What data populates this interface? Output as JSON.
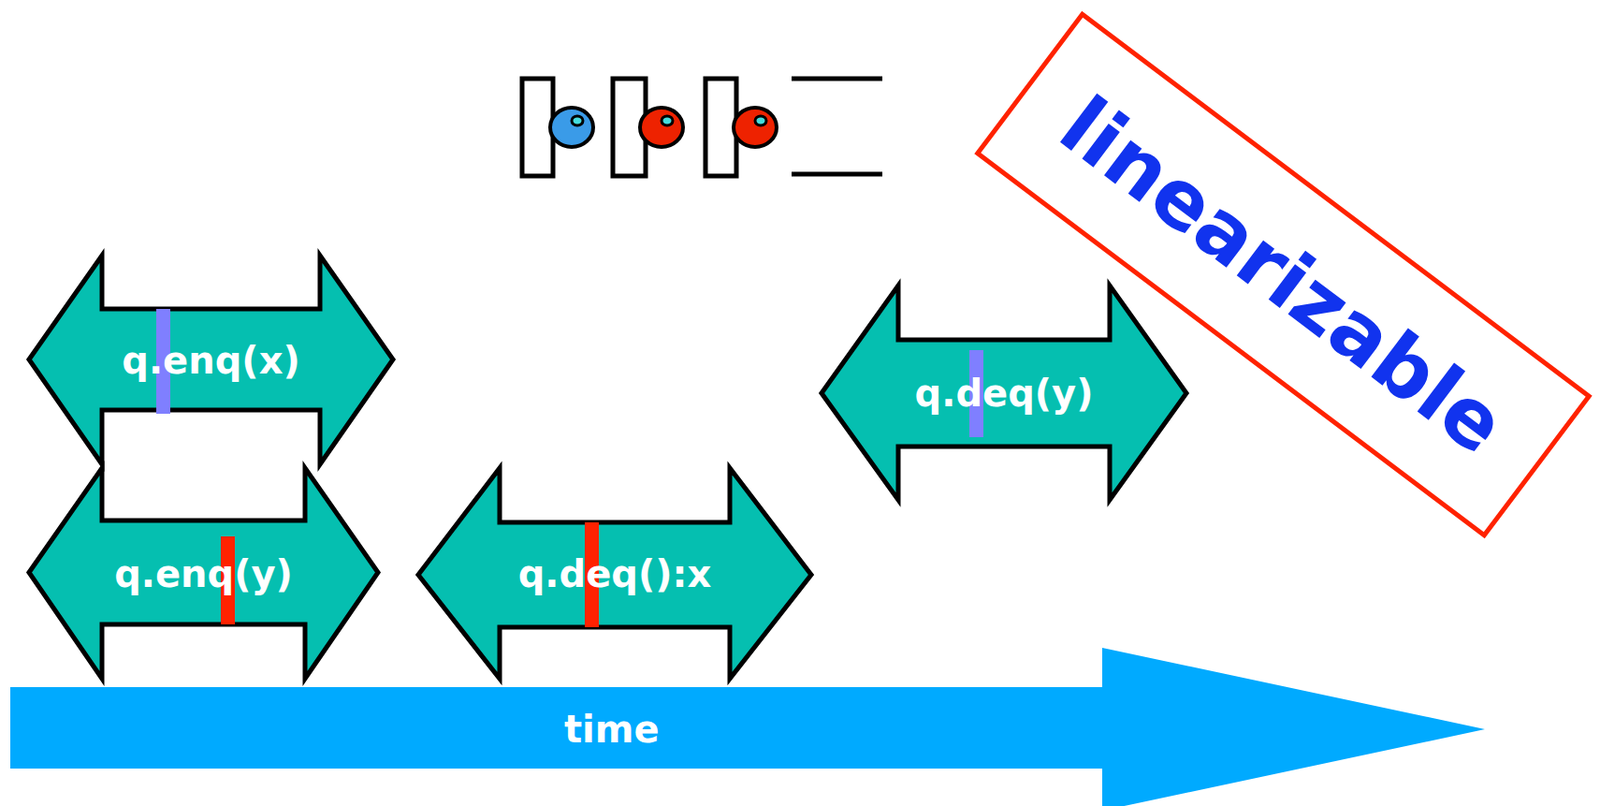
{
  "diagram": {
    "nodes": [
      {
        "text": [
          "linearizable"
        ]
      },
      {
        "text": [
          "q.enq(x)"
        ]
      },
      {
        "text": [
          "q.deq(y)"
        ]
      },
      {
        "text": [
          "q.enq(y)"
        ]
      },
      {
        "text": [
          "q.deq():x"
        ]
      },
      {
        "text": [
          "time"
        ]
      }
    ]
  }
}
